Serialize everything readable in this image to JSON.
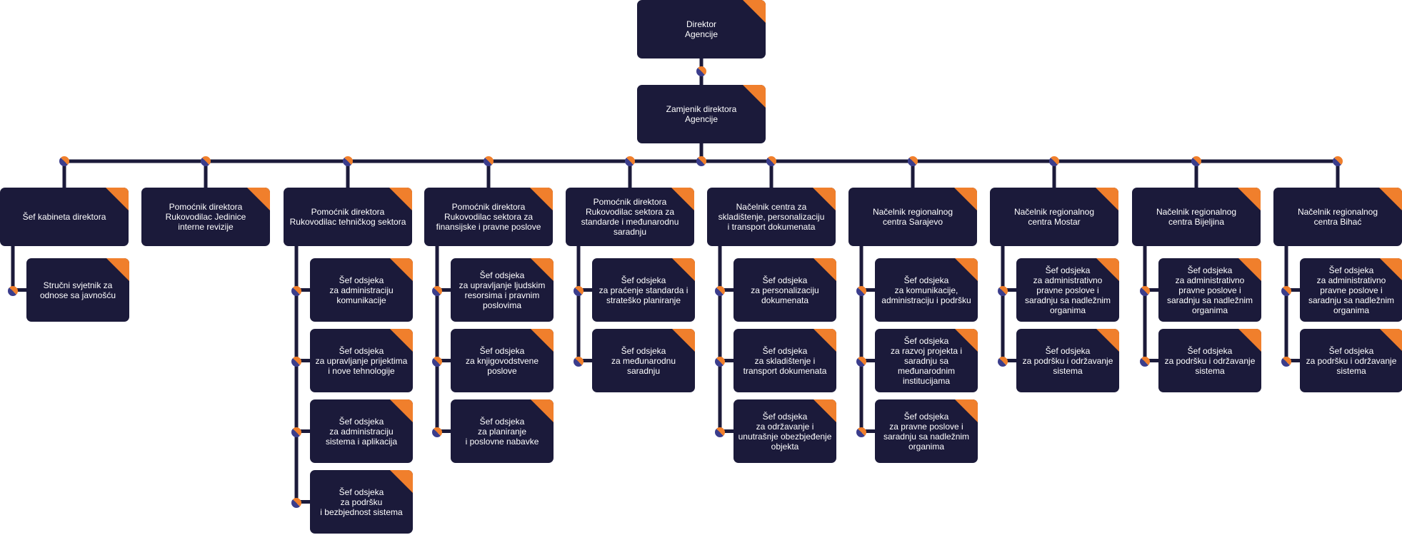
{
  "colors": {
    "box_fill": "#1b1a3a",
    "accent": "#f07f2c",
    "connector": "#1b1a3a",
    "dot_dark": "#3b3d8c",
    "dot_light": "#f07f2c",
    "text": "#ffffff",
    "background": "#ffffff"
  },
  "nodes": {
    "director": {
      "lines": [
        "Direktor",
        "Agencije"
      ]
    },
    "deputy": {
      "lines": [
        "Zamjenik direktora",
        "Agencije"
      ]
    },
    "columns": [
      {
        "head": {
          "lines": [
            "Šef kabineta direktora"
          ]
        },
        "children": [
          {
            "lines": [
              "Stručni svjetnik za",
              "odnose sa javnošću"
            ]
          }
        ]
      },
      {
        "head": {
          "lines": [
            "Pomoćnik direktora",
            "Rukovodilac  Jedinice",
            "interne revizije"
          ]
        },
        "children": []
      },
      {
        "head": {
          "lines": [
            "Pomoćnik direktora",
            "Rukovodilac tehničkog sektora"
          ]
        },
        "children": [
          {
            "lines": [
              "Šef odsjeka",
              "za administraciju",
              "komunikacije"
            ]
          },
          {
            "lines": [
              "Šef odsjeka",
              "za upravljanje prijektima",
              "i nove tehnologije"
            ]
          },
          {
            "lines": [
              "Šef odsjeka",
              "za administraciju",
              "sistema i aplikacija"
            ]
          },
          {
            "lines": [
              "Šef odsjeka",
              "za podršku",
              "i bezbjednost sistema"
            ]
          }
        ]
      },
      {
        "head": {
          "lines": [
            "Pomoćnik direktora",
            "Rukovodilac sektora za",
            "finansijske i pravne poslove"
          ]
        },
        "children": [
          {
            "lines": [
              "Šef odsjeka",
              "za upravljanje ljudskim",
              "resorsima i pravnim",
              "poslovima"
            ]
          },
          {
            "lines": [
              "Šef odsjeka",
              "za knjigovodstvene",
              "poslove"
            ]
          },
          {
            "lines": [
              "Šef odsjeka",
              "za planiranje",
              "i poslovne nabavke"
            ]
          }
        ]
      },
      {
        "head": {
          "lines": [
            "Pomoćnik direktora",
            "Rukovodilac sektora za",
            "standarde i međunarodnu",
            "saradnju"
          ]
        },
        "children": [
          {
            "lines": [
              "Šef odsjeka",
              "za praćenje standarda i",
              "strateško planiranje"
            ]
          },
          {
            "lines": [
              "Šef odsjeka",
              "za međunarodnu",
              "saradnju"
            ]
          }
        ]
      },
      {
        "head": {
          "lines": [
            "Načelnik centra za",
            "skladištenje, personalizaciju",
            "i transport dokumenata"
          ]
        },
        "children": [
          {
            "lines": [
              "Šef odsjeka",
              "za personalizaciju",
              "dokumenata"
            ]
          },
          {
            "lines": [
              "Šef odsjeka",
              "za skladištenje i",
              "transport dokumenata"
            ]
          },
          {
            "lines": [
              "Šef odsjeka",
              "za održavanje i",
              "unutrašnje obezbjeđenje",
              "objekta"
            ]
          }
        ]
      },
      {
        "head": {
          "lines": [
            "Načelnik regionalnog",
            "centra Sarajevo"
          ]
        },
        "children": [
          {
            "lines": [
              "Šef odsjeka",
              "za komunikacije,",
              "administraciju i podršku"
            ]
          },
          {
            "lines": [
              "Šef odsjeka",
              "za razvoj projekta i",
              "saradnju sa",
              "međunarodnim",
              "institucijama"
            ]
          },
          {
            "lines": [
              "Šef odsjeka",
              "za pravne poslove i",
              "saradnju sa nadležnim",
              "organima"
            ]
          }
        ]
      },
      {
        "head": {
          "lines": [
            "Načelnik regionalnog",
            "centra Mostar"
          ]
        },
        "children": [
          {
            "lines": [
              "Šef odsjeka",
              "za administrativno",
              "pravne poslove i",
              "saradnju sa nadležnim",
              "organima"
            ]
          },
          {
            "lines": [
              "Šef odsjeka",
              "za podršku i održavanje",
              "sistema"
            ]
          }
        ]
      },
      {
        "head": {
          "lines": [
            "Načelnik regionalnog",
            "centra Bijeljina"
          ]
        },
        "children": [
          {
            "lines": [
              "Šef odsjeka",
              "za administrativno",
              "pravne poslove i",
              "saradnju sa nadležnim",
              "organima"
            ]
          },
          {
            "lines": [
              "Šef odsjeka",
              "za podršku i održavanje",
              "sistema"
            ]
          }
        ]
      },
      {
        "head": {
          "lines": [
            "Načelnik regionalnog",
            "centra Bihać"
          ]
        },
        "children": [
          {
            "lines": [
              "Šef odsjeka",
              "za administrativno",
              "pravne poslove i",
              "saradnju sa nadležnim",
              "organima"
            ]
          },
          {
            "lines": [
              "Šef odsjeka",
              "za podršku i održavanje",
              "sistema"
            ]
          }
        ]
      }
    ]
  }
}
